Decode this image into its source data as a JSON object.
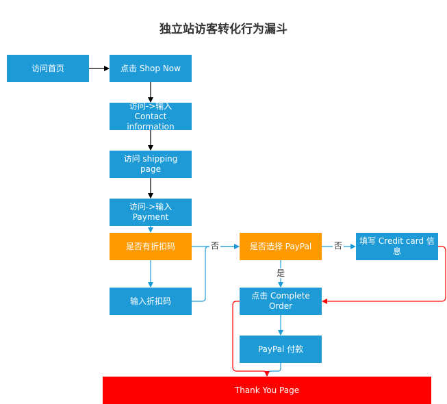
{
  "title": "独立站访客转化行为漏斗",
  "nodes": {
    "visit_home": "访问首页",
    "click_shop_now": "点击 Shop Now",
    "contact_info": "访问->输入 Contact information",
    "shipping_page": "访问 shipping page",
    "payment": "访问->输入Payment",
    "has_discount": "是否有折扣码",
    "enter_discount": "输入折扣码",
    "choose_paypal": "是否选择 PayPal",
    "credit_card": "填写 Credit card 信息",
    "complete_order": "点击 Complete Order",
    "paypal_pay": "PayPal 付款",
    "thank_you": "Thank You Page"
  },
  "edge_labels": {
    "no_1": "否",
    "no_2": "否",
    "yes": "是"
  },
  "colors": {
    "blue": "#1e9bd7",
    "orange": "#ff9900",
    "red": "#ff0000"
  }
}
